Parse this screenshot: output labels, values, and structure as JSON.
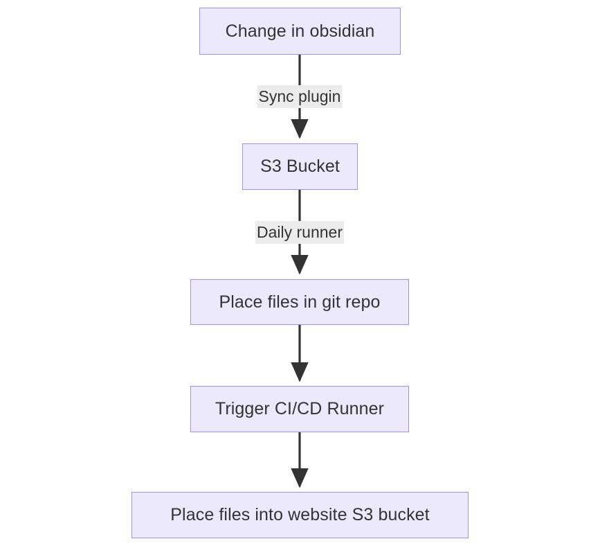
{
  "diagram": {
    "type": "flowchart",
    "direction": "top-to-bottom",
    "title": "",
    "theme": {
      "node_fill": "#ece9fd",
      "node_stroke": "#a78bf0",
      "node_text": "#333333",
      "edge_stroke": "#333333",
      "edge_label_bg": "#ececec",
      "edge_label_text": "#333333",
      "background": "#ffffff"
    },
    "nodes": [
      {
        "id": "obsidian",
        "label": "Change in obsidian"
      },
      {
        "id": "s3bucket",
        "label": "S3 Bucket"
      },
      {
        "id": "gitrepo",
        "label": "Place files in git repo"
      },
      {
        "id": "cicd",
        "label": "Trigger CI/CD Runner"
      },
      {
        "id": "websitebucket",
        "label": "Place files into website S3 bucket"
      }
    ],
    "edges": [
      {
        "from": "obsidian",
        "to": "s3bucket",
        "label": "Sync plugin",
        "arrow": "arrow-down-icon"
      },
      {
        "from": "s3bucket",
        "to": "gitrepo",
        "label": "Daily runner",
        "arrow": "arrow-down-icon"
      },
      {
        "from": "gitrepo",
        "to": "cicd",
        "label": "",
        "arrow": "arrow-down-icon"
      },
      {
        "from": "cicd",
        "to": "websitebucket",
        "label": "",
        "arrow": "arrow-down-icon"
      }
    ]
  }
}
